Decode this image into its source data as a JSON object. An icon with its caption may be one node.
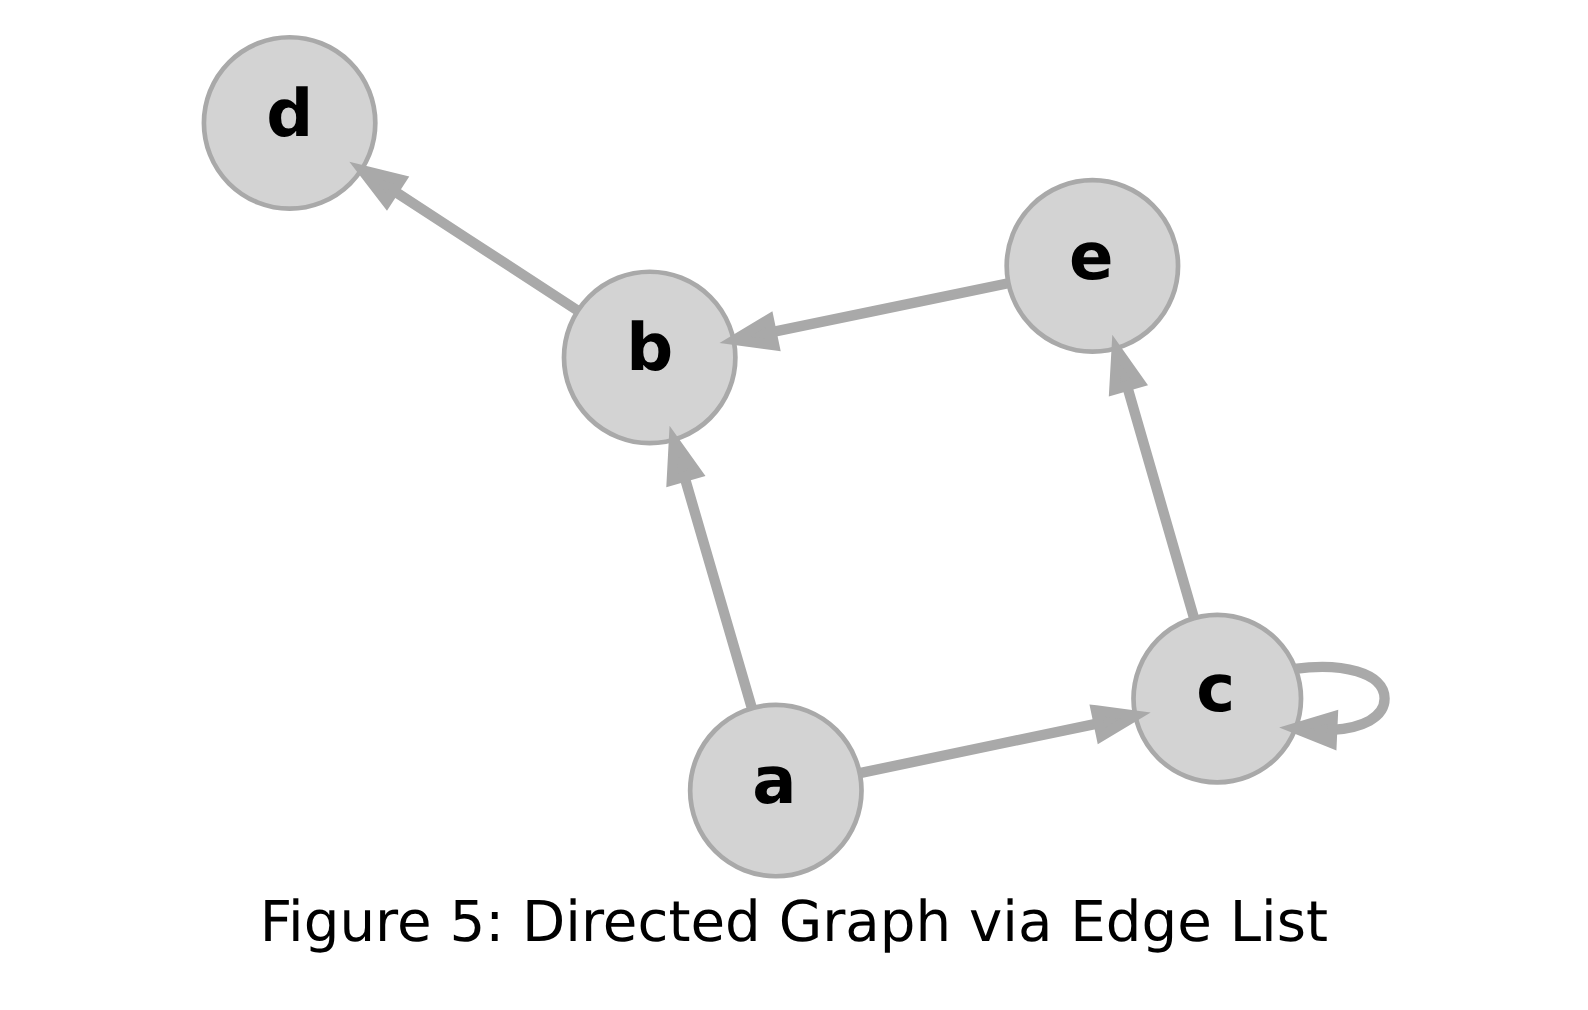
{
  "diagram": {
    "caption": "Figure 5: Directed Graph via Edge List",
    "nodes": [
      {
        "text": [
          "b"
        ]
      },
      {
        "text": [
          "c"
        ]
      },
      {
        "text": [
          "a"
        ]
      },
      {
        "text": [
          "d"
        ]
      },
      {
        "text": [
          "e"
        ]
      }
    ],
    "edges": [
      {
        "from": 2,
        "to": 0,
        "arrow": "to"
      },
      {
        "from": 2,
        "to": 1,
        "arrow": "to"
      },
      {
        "from": 1,
        "to": 1,
        "arrow": "to"
      },
      {
        "from": 1,
        "to": 4,
        "arrow": "to"
      },
      {
        "from": 0,
        "to": 3,
        "arrow": "to"
      },
      {
        "from": 4,
        "to": 0,
        "arrow": "to"
      }
    ]
  }
}
